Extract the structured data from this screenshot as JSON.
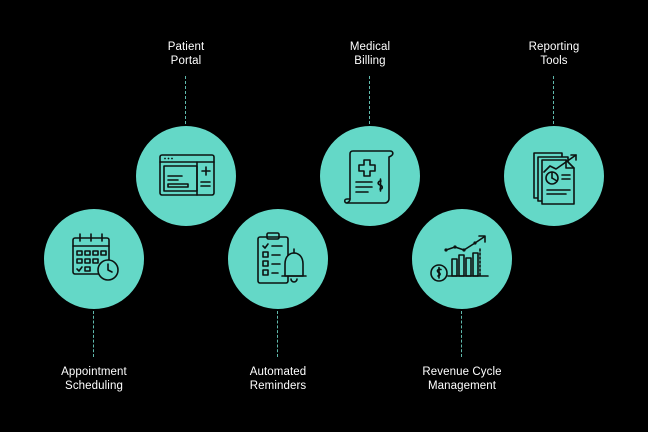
{
  "colors": {
    "background": "#000000",
    "circle": "#64d8c7",
    "icon_stroke": "#0c1311",
    "connector": "#5fb9ac",
    "text": "#ffffff"
  },
  "steps": [
    {
      "line1": "Appointment",
      "line2": "Scheduling",
      "icon": "calendar-clock-icon"
    },
    {
      "line1": "Patient",
      "line2": "Portal",
      "icon": "browser-window-icon"
    },
    {
      "line1": "Automated",
      "line2": "Reminders",
      "icon": "checklist-bell-icon"
    },
    {
      "line1": "Medical",
      "line2": "Billing",
      "icon": "medical-bill-scroll-icon"
    },
    {
      "line1": "Revenue Cycle",
      "line2": "Management",
      "icon": "chart-growth-dollar-icon"
    },
    {
      "line1": "Reporting",
      "line2": "Tools",
      "icon": "report-documents-icon"
    }
  ]
}
